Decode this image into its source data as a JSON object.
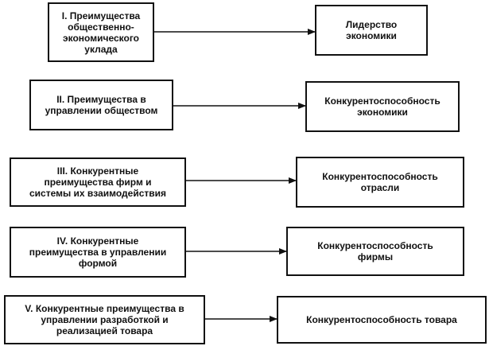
{
  "rows": [
    {
      "left": "I. Преимущества\nобщественно-\nэкономического\nуклада",
      "right": "Лидерство\nэкономики"
    },
    {
      "left": "II. Преимущества в\nуправлении обществом",
      "right": "Конкурентоспособность\nэкономики"
    },
    {
      "left": "III. Конкурентные\nпреимущества фирм и\nсистемы их взаимодействия",
      "right": "Конкурентоспособность\nотрасли"
    },
    {
      "left": "IV. Конкурентные\nпреимущества в управлении\nформой",
      "right": "Конкурентоспособность\nфирмы"
    },
    {
      "left": "V. Конкурентные преимущества в\nуправлении разработкой и\nреализацией товара",
      "right": "Конкурентоспособность товара"
    }
  ]
}
